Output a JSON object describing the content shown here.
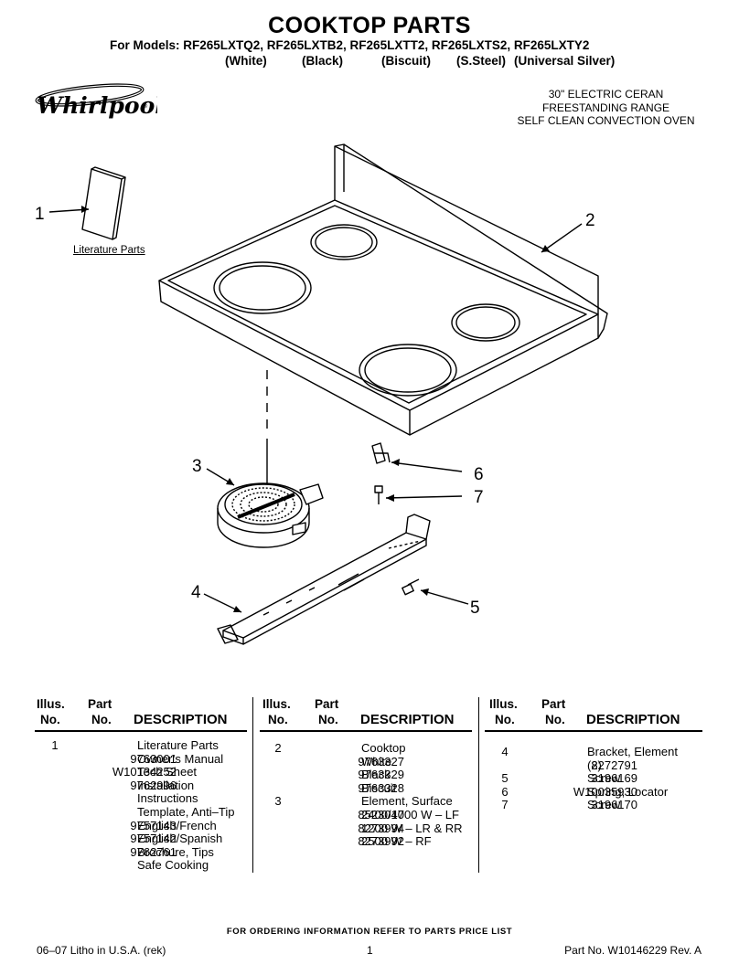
{
  "header": {
    "title": "COOKTOP PARTS",
    "models": "For Models: RF265LXTQ2, RF265LXTB2, RF265LXTT2, RF265LXTS2, RF265LXTY2",
    "colors": [
      "(White)",
      "(Black)",
      "(Biscuit)",
      "(S.Steel)",
      "(Universal Silver)"
    ],
    "brand": "Whirlpool",
    "subtitle": [
      "30\" ELECTRIC CERAN",
      "FREESTANDING RANGE",
      "SELF CLEAN CONVECTION OVEN"
    ]
  },
  "diagram": {
    "callouts": [
      "1",
      "2",
      "3",
      "4",
      "5",
      "6",
      "7"
    ],
    "literature_label": "Literature Parts"
  },
  "table": {
    "headers": {
      "illus_line1": "Illus.",
      "illus_line2": "No.",
      "part_line1": "Part",
      "part_line2": "No.",
      "description": "DESCRIPTION"
    },
    "columns": [
      [
        {
          "illus": "1",
          "part": "",
          "desc": "Literature Parts"
        },
        {
          "illus": "",
          "part": "9763001",
          "desc": "Owner’s Manual"
        },
        {
          "illus": "",
          "part": "W10134252",
          "desc": "Tech Sheet"
        },
        {
          "illus": "",
          "part": "9762996",
          "desc": "Installation"
        },
        {
          "illus": "",
          "part": "",
          "desc": "Instructions"
        },
        {
          "illus": "",
          "part": "",
          "desc": "Template, Anti–Tip"
        },
        {
          "illus": "",
          "part": "9757143",
          "desc": "English/French"
        },
        {
          "illus": "",
          "part": "9757142",
          "desc": "English/Spanish"
        },
        {
          "illus": "",
          "part": "9762761",
          "desc": "Brochure, Tips"
        },
        {
          "illus": "",
          "part": "",
          "desc": "Safe Cooking"
        }
      ],
      [
        {
          "illus": "2",
          "part": "",
          "desc": "Cooktop"
        },
        {
          "illus": "",
          "part": "9763327",
          "desc": "White"
        },
        {
          "illus": "",
          "part": "9763329",
          "desc": "Black"
        },
        {
          "illus": "",
          "part": "9763328",
          "desc": "Biscuit"
        },
        {
          "illus": "3",
          "part": "",
          "desc": "Element, Surface"
        },
        {
          "illus": "",
          "part": "8523047",
          "desc": "2400/1000 W – LF"
        },
        {
          "illus": "",
          "part": "8273994",
          "desc": "1200 W – LR & RR"
        },
        {
          "illus": "",
          "part": "8273992",
          "desc": "2500 W – RF"
        }
      ],
      [
        {
          "illus": "4",
          "part": "",
          "desc": "Bracket, Element"
        },
        {
          "illus": "",
          "part": "8272791",
          "desc": "(2)"
        },
        {
          "illus": "5",
          "part": "3196169",
          "desc": "Screw"
        },
        {
          "illus": "6",
          "part": "W10035930",
          "desc": "Spring, Locator"
        },
        {
          "illus": "7",
          "part": "3196170",
          "desc": "Screw"
        }
      ]
    ]
  },
  "footer": {
    "note": "FOR ORDERING INFORMATION REFER TO PARTS PRICE LIST",
    "left": "06–07 Litho in U.S.A. (rek)",
    "page": "1",
    "right": "Part No. W10146229 Rev. A"
  }
}
